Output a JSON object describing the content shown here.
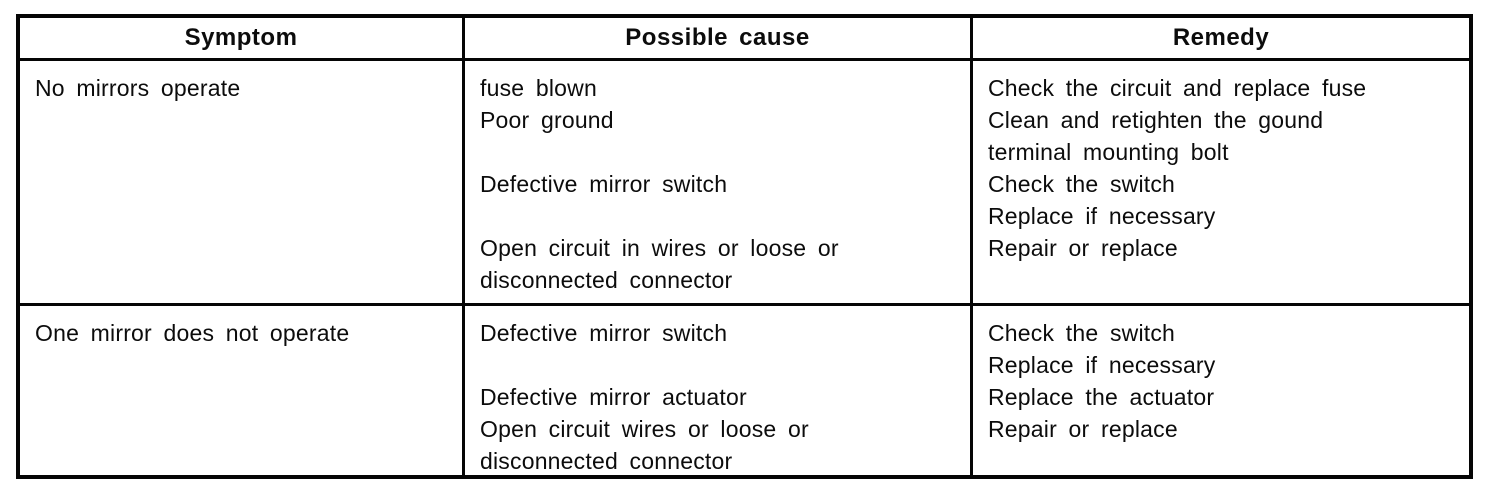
{
  "colors": {
    "background": "#ffffff",
    "border": "#050505",
    "text": "#0c0c0c"
  },
  "table": {
    "headers": [
      "Symptom",
      "Possible cause",
      "Remedy"
    ],
    "rows": [
      {
        "symptom": "No mirrors operate",
        "possible_cause": [
          "fuse blown",
          "Poor ground",
          "",
          "Defective mirror switch",
          "",
          "Open circuit in wires or loose or",
          "disconnected connector"
        ],
        "remedy": [
          "Check the circuit and replace fuse",
          "Clean and retighten the gound",
          "terminal mounting bolt",
          "Check the switch",
          "Replace if necessary",
          "Repair or replace"
        ]
      },
      {
        "symptom": "One mirror does not operate",
        "possible_cause": [
          "Defective mirror switch",
          "",
          "Defective mirror actuator",
          "Open circuit wires or loose or",
          "disconnected connector"
        ],
        "remedy": [
          "Check the switch",
          "Replace if necessary",
          "Replace the actuator",
          "Repair or replace"
        ]
      }
    ]
  }
}
